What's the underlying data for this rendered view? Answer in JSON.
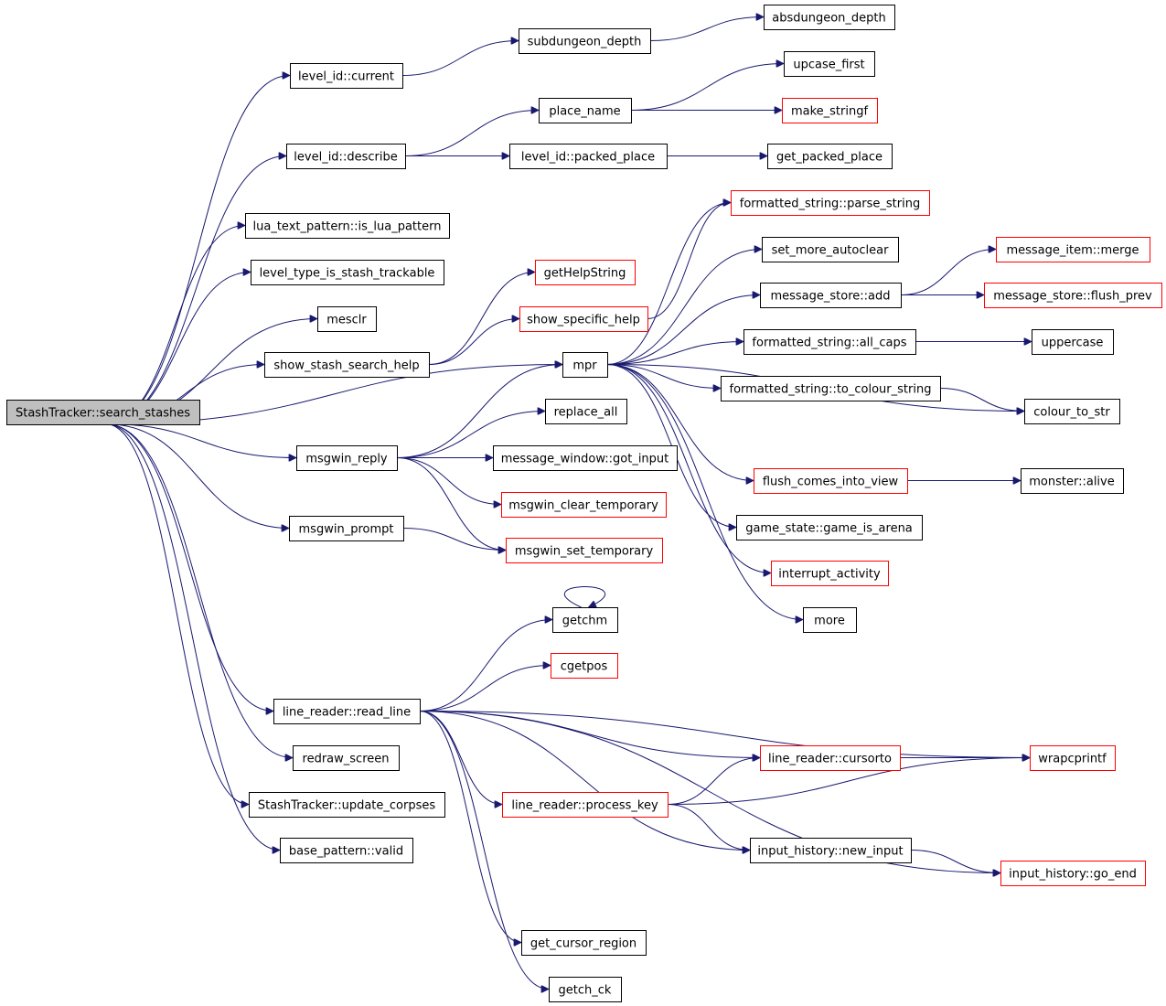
{
  "graph": {
    "root": "StashTracker::search_stashes",
    "nodes": [
      {
        "id": "n_root",
        "label": "StashTracker::search_stashes",
        "style": "root"
      },
      {
        "id": "n_absdungeon",
        "label": "absdungeon_depth",
        "style": "black"
      },
      {
        "id": "n_subdungeon",
        "label": "subdungeon_depth",
        "style": "black"
      },
      {
        "id": "n_current",
        "label": "level_id::current",
        "style": "black"
      },
      {
        "id": "n_upcase",
        "label": "upcase_first",
        "style": "black"
      },
      {
        "id": "n_placename",
        "label": "place_name",
        "style": "black"
      },
      {
        "id": "n_makestringf",
        "label": "make_stringf",
        "style": "red"
      },
      {
        "id": "n_describe",
        "label": "level_id::describe",
        "style": "black"
      },
      {
        "id": "n_packedplace",
        "label": "level_id::packed_place",
        "style": "black"
      },
      {
        "id": "n_getpacked",
        "label": "get_packed_place",
        "style": "black"
      },
      {
        "id": "n_luapattern",
        "label": "lua_text_pattern::is_lua_pattern",
        "style": "black"
      },
      {
        "id": "n_parsestring",
        "label": "formatted_string::parse_string",
        "style": "red"
      },
      {
        "id": "n_moreautoclear",
        "label": "set_more_autoclear",
        "style": "black"
      },
      {
        "id": "n_stashtrackable",
        "label": "level_type_is_stash_trackable",
        "style": "black"
      },
      {
        "id": "n_gethelp",
        "label": "getHelpString",
        "style": "red"
      },
      {
        "id": "n_msgmerge",
        "label": "message_item::merge",
        "style": "red"
      },
      {
        "id": "n_msgadd",
        "label": "message_store::add",
        "style": "black"
      },
      {
        "id": "n_flushprev",
        "label": "message_store::flush_prev",
        "style": "red"
      },
      {
        "id": "n_showhelp",
        "label": "show_specific_help",
        "style": "red"
      },
      {
        "id": "n_mesclr",
        "label": "mesclr",
        "style": "black"
      },
      {
        "id": "n_allcaps",
        "label": "formatted_string::all_caps",
        "style": "black"
      },
      {
        "id": "n_uppercase",
        "label": "uppercase",
        "style": "black"
      },
      {
        "id": "n_searchhelp",
        "label": "show_stash_search_help",
        "style": "black"
      },
      {
        "id": "n_mpr",
        "label": "mpr",
        "style": "black"
      },
      {
        "id": "n_tocolour",
        "label": "formatted_string::to_colour_string",
        "style": "black"
      },
      {
        "id": "n_replaceall",
        "label": "replace_all",
        "style": "black"
      },
      {
        "id": "n_colourtostr",
        "label": "colour_to_str",
        "style": "black"
      },
      {
        "id": "n_msgwinreply",
        "label": "msgwin_reply",
        "style": "black"
      },
      {
        "id": "n_gotinput",
        "label": "message_window::got_input",
        "style": "black"
      },
      {
        "id": "n_flushview",
        "label": "flush_comes_into_view",
        "style": "red"
      },
      {
        "id": "n_alive",
        "label": "monster::alive",
        "style": "black"
      },
      {
        "id": "n_cleartemp",
        "label": "msgwin_clear_temporary",
        "style": "red"
      },
      {
        "id": "n_msgwinprompt",
        "label": "msgwin_prompt",
        "style": "black"
      },
      {
        "id": "n_gamearena",
        "label": "game_state::game_is_arena",
        "style": "black"
      },
      {
        "id": "n_settemp",
        "label": "msgwin_set_temporary",
        "style": "red"
      },
      {
        "id": "n_interrupt",
        "label": "interrupt_activity",
        "style": "red"
      },
      {
        "id": "n_getchm",
        "label": "getchm",
        "style": "black"
      },
      {
        "id": "n_more",
        "label": "more",
        "style": "black"
      },
      {
        "id": "n_cgetpos",
        "label": "cgetpos",
        "style": "red"
      },
      {
        "id": "n_readline",
        "label": "line_reader::read_line",
        "style": "black"
      },
      {
        "id": "n_wrapcprintf",
        "label": "wrapcprintf",
        "style": "red"
      },
      {
        "id": "n_redraw",
        "label": "redraw_screen",
        "style": "black"
      },
      {
        "id": "n_cursorto",
        "label": "line_reader::cursorto",
        "style": "red"
      },
      {
        "id": "n_updatecorpses",
        "label": "StashTracker::update_corpses",
        "style": "black"
      },
      {
        "id": "n_processkey",
        "label": "line_reader::process_key",
        "style": "red"
      },
      {
        "id": "n_newinput",
        "label": "input_history::new_input",
        "style": "black"
      },
      {
        "id": "n_validpattern",
        "label": "base_pattern::valid",
        "style": "black"
      },
      {
        "id": "n_goend",
        "label": "input_history::go_end",
        "style": "red"
      },
      {
        "id": "n_cursorregion",
        "label": "get_cursor_region",
        "style": "black"
      },
      {
        "id": "n_getchck",
        "label": "getch_ck",
        "style": "black"
      }
    ],
    "edges": [
      [
        "n_root",
        "n_current"
      ],
      [
        "n_root",
        "n_describe"
      ],
      [
        "n_root",
        "n_luapattern"
      ],
      [
        "n_root",
        "n_stashtrackable"
      ],
      [
        "n_root",
        "n_mesclr"
      ],
      [
        "n_root",
        "n_searchhelp"
      ],
      [
        "n_root",
        "n_mpr"
      ],
      [
        "n_root",
        "n_msgwinreply"
      ],
      [
        "n_root",
        "n_msgwinprompt"
      ],
      [
        "n_root",
        "n_readline"
      ],
      [
        "n_root",
        "n_redraw"
      ],
      [
        "n_root",
        "n_updatecorpses"
      ],
      [
        "n_root",
        "n_validpattern"
      ],
      [
        "n_current",
        "n_subdungeon"
      ],
      [
        "n_subdungeon",
        "n_absdungeon"
      ],
      [
        "n_describe",
        "n_placename"
      ],
      [
        "n_describe",
        "n_packedplace"
      ],
      [
        "n_placename",
        "n_upcase"
      ],
      [
        "n_placename",
        "n_makestringf"
      ],
      [
        "n_packedplace",
        "n_getpacked"
      ],
      [
        "n_searchhelp",
        "n_gethelp"
      ],
      [
        "n_searchhelp",
        "n_showhelp"
      ],
      [
        "n_showhelp",
        "n_parsestring"
      ],
      [
        "n_mpr",
        "n_parsestring"
      ],
      [
        "n_mpr",
        "n_moreautoclear"
      ],
      [
        "n_mpr",
        "n_msgadd"
      ],
      [
        "n_mpr",
        "n_allcaps"
      ],
      [
        "n_mpr",
        "n_tocolour"
      ],
      [
        "n_mpr",
        "n_colourtostr"
      ],
      [
        "n_mpr",
        "n_flushview"
      ],
      [
        "n_mpr",
        "n_gamearena"
      ],
      [
        "n_mpr",
        "n_interrupt"
      ],
      [
        "n_mpr",
        "n_more"
      ],
      [
        "n_msgadd",
        "n_msgmerge"
      ],
      [
        "n_msgadd",
        "n_flushprev"
      ],
      [
        "n_allcaps",
        "n_uppercase"
      ],
      [
        "n_tocolour",
        "n_colourtostr"
      ],
      [
        "n_flushview",
        "n_alive"
      ],
      [
        "n_msgwinreply",
        "n_mpr"
      ],
      [
        "n_msgwinreply",
        "n_replaceall"
      ],
      [
        "n_msgwinreply",
        "n_gotinput"
      ],
      [
        "n_msgwinreply",
        "n_cleartemp"
      ],
      [
        "n_msgwinreply",
        "n_settemp"
      ],
      [
        "n_msgwinprompt",
        "n_settemp"
      ],
      [
        "n_readline",
        "n_getchm"
      ],
      [
        "n_readline",
        "n_cgetpos"
      ],
      [
        "n_readline",
        "n_wrapcprintf"
      ],
      [
        "n_readline",
        "n_cursorto"
      ],
      [
        "n_readline",
        "n_processkey"
      ],
      [
        "n_readline",
        "n_newinput"
      ],
      [
        "n_readline",
        "n_goend"
      ],
      [
        "n_readline",
        "n_cursorregion"
      ],
      [
        "n_readline",
        "n_getchck"
      ],
      [
        "n_getchm",
        "n_getchm"
      ],
      [
        "n_cursorto",
        "n_wrapcprintf"
      ],
      [
        "n_processkey",
        "n_cursorto"
      ],
      [
        "n_processkey",
        "n_wrapcprintf"
      ],
      [
        "n_processkey",
        "n_newinput"
      ],
      [
        "n_newinput",
        "n_goend"
      ]
    ]
  }
}
